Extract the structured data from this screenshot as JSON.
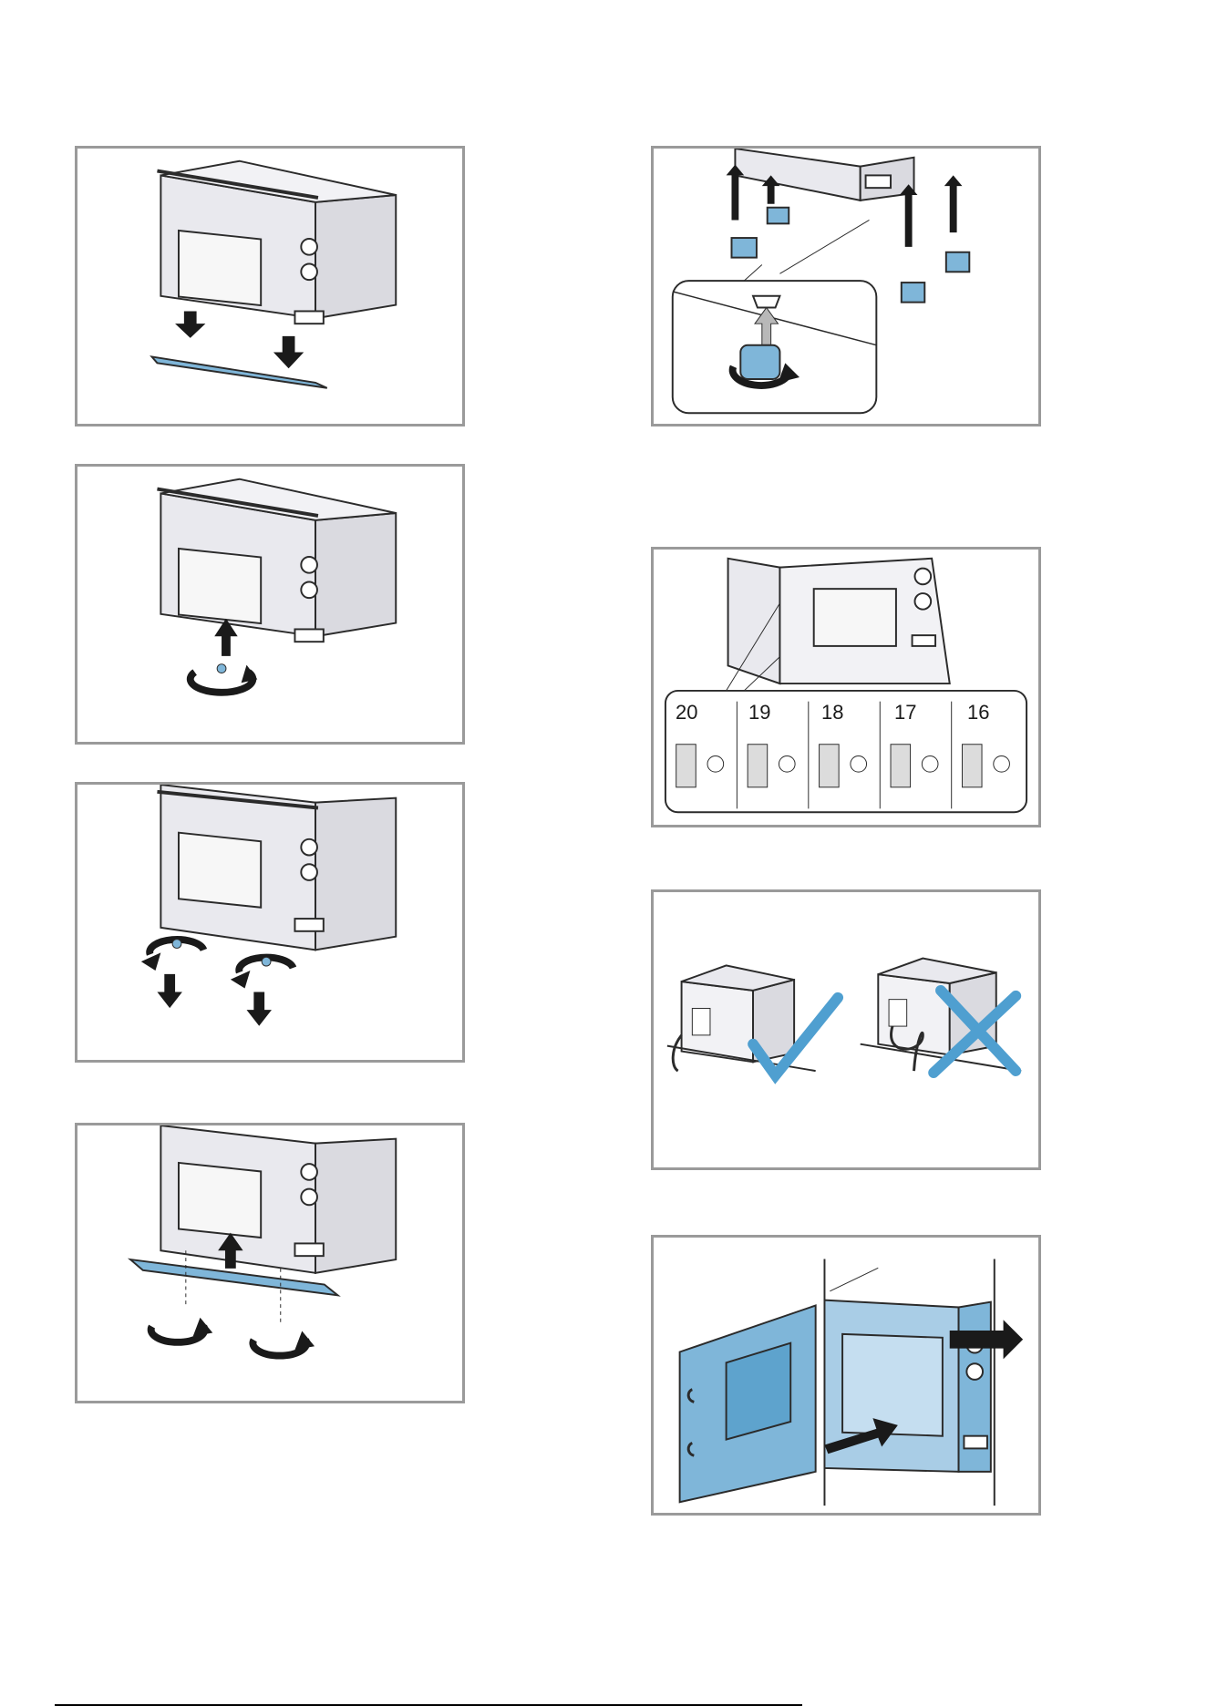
{
  "figures": {
    "spacer_labels": [
      "20",
      "19",
      "18",
      "17",
      "16"
    ]
  },
  "colors": {
    "accent_blue": "#7fb6d9",
    "outline": "#2b2b2b",
    "appliance_fill": "#ececf1",
    "frame_border": "#9a9a9a"
  }
}
